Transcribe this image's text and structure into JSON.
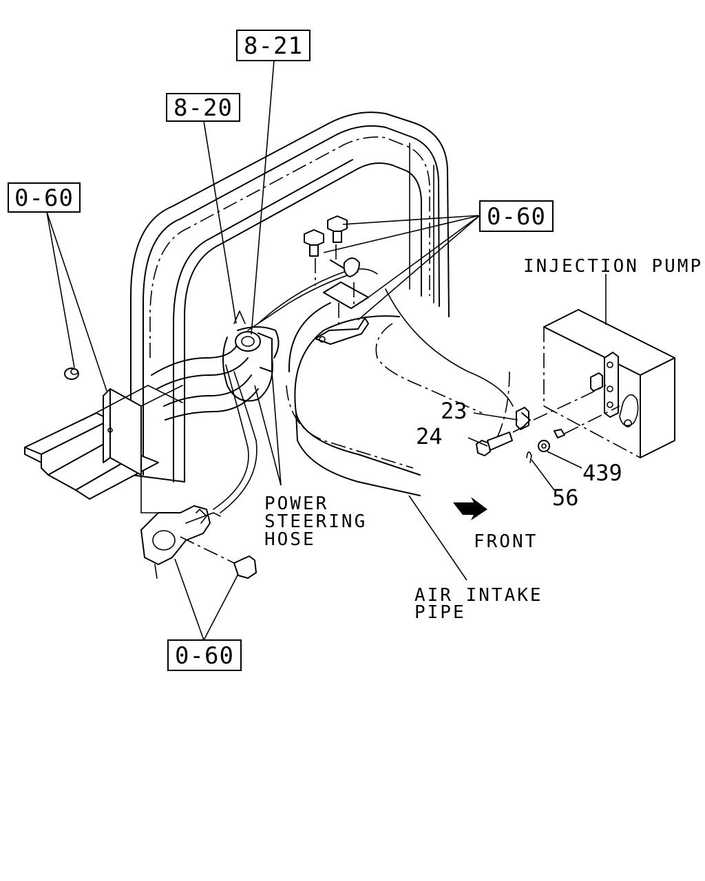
{
  "references": {
    "ref_8_21": "8-21",
    "ref_8_20": "8-20",
    "ref_0_60_left": "0-60",
    "ref_0_60_right": "0-60",
    "ref_0_60_bottom": "0-60"
  },
  "labels": {
    "injection_pump": "INJECTION PUMP",
    "power_steering_line1": "POWER",
    "power_steering_line2": "STEERING",
    "power_steering_line3": "HOSE",
    "front": "FRONT",
    "air_intake_line1": "AIR INTAKE",
    "air_intake_line2": "PIPE"
  },
  "part_numbers": {
    "p23": "23",
    "p24": "24",
    "p439": "439",
    "p56": "56"
  }
}
